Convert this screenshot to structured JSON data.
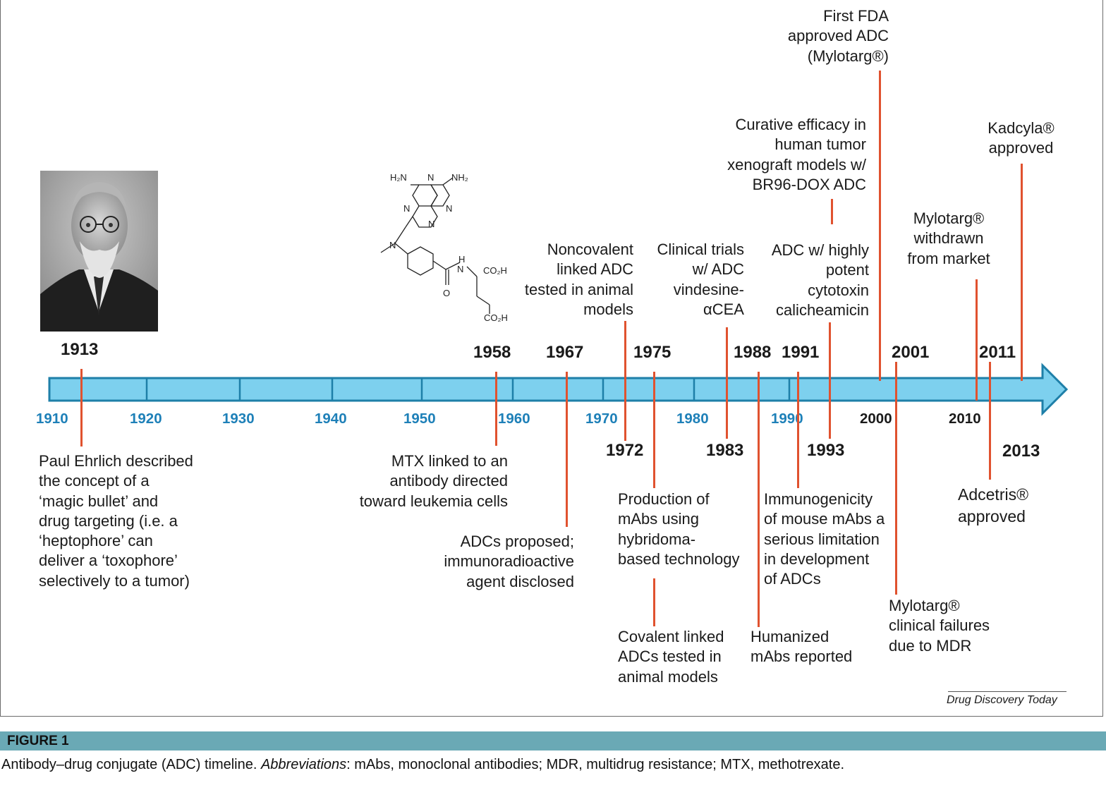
{
  "figure": {
    "label": "FIGURE 1",
    "caption_main": "Antibody–drug conjugate (ADC) timeline. ",
    "caption_abbr_label": "Abbreviations",
    "caption_rest": ": mAbs, monoclonal antibodies; MDR, multidrug resistance; MTX, methotrexate.",
    "source": "Drug Discovery Today"
  },
  "colors": {
    "arrow_fill": "#7dd0ee",
    "arrow_stroke": "#1e7fa8",
    "marker": "#e0522f",
    "decade_text": "#1e80b8",
    "fig_bar": "#6aa9b5"
  },
  "axis": {
    "decades": [
      "1910",
      "1920",
      "1930",
      "1940",
      "1950",
      "1960",
      "1970",
      "1980",
      "1990",
      "2000",
      "2010"
    ]
  },
  "years": {
    "y1913": "1913",
    "y1958": "1958",
    "y1967": "1967",
    "y1975": "1975",
    "y1988": "1988",
    "y1991": "1991",
    "y2001": "2001",
    "y2011": "2011",
    "y1972": "1972",
    "y1983": "1983",
    "y1993": "1993",
    "y2013": "2013"
  },
  "events": {
    "e1913": "Paul Ehrlich described\nthe concept of a\n‘magic bullet’ and\ndrug targeting (i.e. a\n‘heptophore’ can\ndeliver a ‘toxophore’\nselectively to a tumor)",
    "e1958": "MTX linked to an\nantibody directed\ntoward leukemia cells",
    "e1967": "ADCs proposed;\nimmunoradioactive\nagent disclosed",
    "e1972": "Noncovalent\nlinked ADC\ntested in animal\nmodels",
    "e1975a": "Production of\nmAbs using\nhybridoma-\nbased technology",
    "e1975b": "Covalent linked\nADCs tested in\nanimal models",
    "e1983": "Clinical trials\nw/ ADC\nvindesine-\nαCEA",
    "e1988": "Humanized\nmAbs reported",
    "e1991a": "Immunogenicity\nof mouse mAbs a\nserious limitation\nin development\nof ADCs",
    "e1993a": "ADC w/ highly\npotent\ncytotoxin\ncalicheamicin",
    "e1993b": "Curative efficacy in\nhuman tumor\nxenograft models w/\nBR96-DOX ADC",
    "e2000": "First FDA\napproved ADC\n(Mylotarg®)",
    "e2001": "Mylotarg®\nclinical failures\ndue to MDR",
    "e2010": "Mylotarg®\nwithdrawn\nfrom market",
    "e2011": "Adcetris®\napproved",
    "e2013": "Kadcyla®\napproved"
  },
  "chem_labels": {
    "h2n": "H2N",
    "nh2": "NH2",
    "n": "N",
    "h": "H",
    "o": "O",
    "co2h": "CO2H"
  },
  "images": {
    "portrait": "grayscale portrait photograph of Paul Ehrlich",
    "structure": "chemical structure of methotrexate"
  }
}
